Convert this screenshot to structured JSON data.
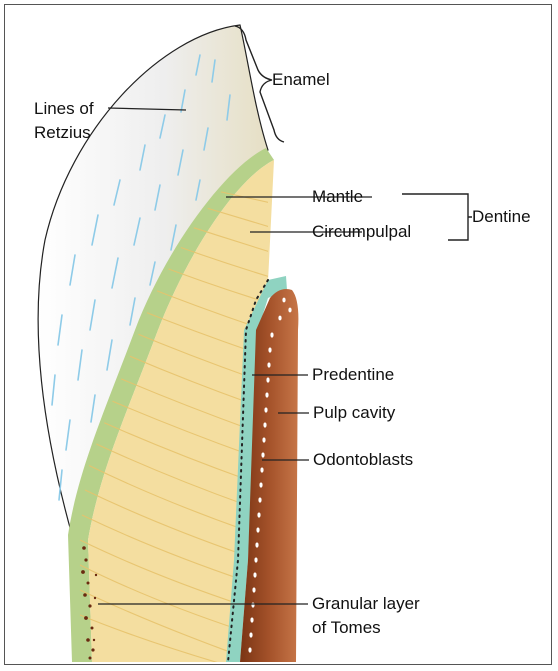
{
  "labels": {
    "enamel": "Enamel",
    "lines_of_retzius_1": "Lines of",
    "lines_of_retzius_2": "Retzius",
    "mantle": "Mantle",
    "dentine": "Dentine",
    "circumpulpal": "Circumpulpal",
    "predentine": "Predentine",
    "pulp_cavity": "Pulp cavity",
    "odontoblasts": "Odontoblasts",
    "granular_1": "Granular layer",
    "granular_2": "of Tomes"
  },
  "colors": {
    "enamel": "#e8e6df",
    "retzius": "#8ecbe8",
    "mantle": "#b6d18a",
    "dentine": "#f4dea0",
    "tubules": "#e7c36c",
    "predentine": "#8fd3c1",
    "pulp": "#a4522a",
    "granular": "#6a2a10"
  }
}
